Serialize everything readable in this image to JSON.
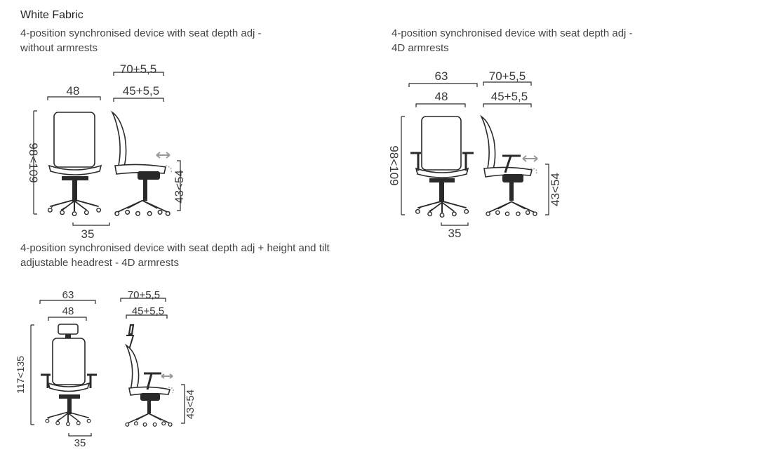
{
  "title": "White Fabric",
  "variants": [
    {
      "description": "4-position synchronised device with seat depth adj -\nwithout armrests",
      "front": {
        "width_top": "",
        "width": "48",
        "height": "98<109",
        "base": "35"
      },
      "side": {
        "depth_top": "70+5,5",
        "depth": "45+5,5",
        "seat_height": "43<54"
      }
    },
    {
      "description": "4-position synchronised device with seat depth adj -\n4D armrests",
      "front": {
        "width_top": "63",
        "width": "48",
        "height": "98<109",
        "base": "35"
      },
      "side": {
        "depth_top": "70+5,5",
        "depth": "45+5,5",
        "seat_height": "43<54"
      }
    },
    {
      "description": "4-position synchronised device with seat depth adj + height and tilt\nadjustable headrest - 4D armrests",
      "front": {
        "width_top": "63",
        "width": "48",
        "height": "117<135",
        "base": "35"
      },
      "side": {
        "depth_top": "70+5,5",
        "depth": "45+5,5",
        "seat_height": "43<54"
      }
    }
  ]
}
